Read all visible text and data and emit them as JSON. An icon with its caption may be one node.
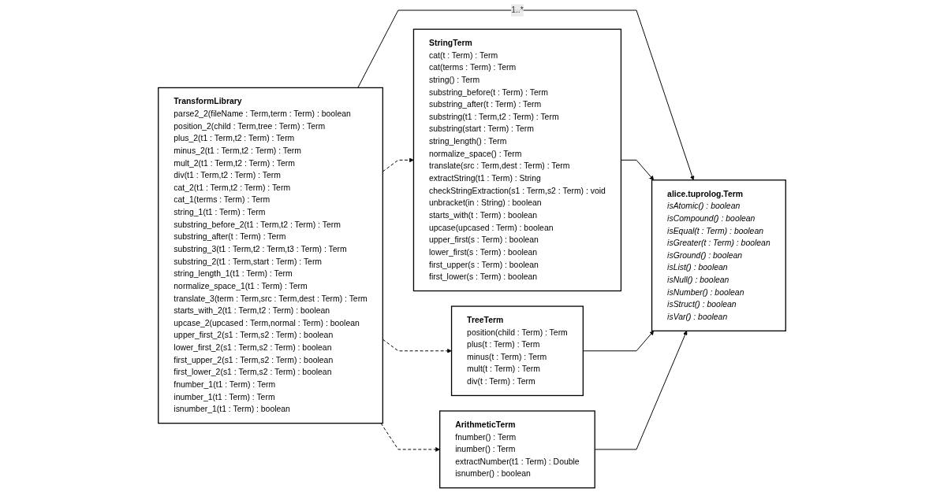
{
  "diagram": {
    "nodes": [
      {
        "text": [
          "TransformLibrary",
          "parse2_2(fileName : Term,term : Term) : boolean",
          "position_2(child : Term,tree : Term) : Term",
          "plus_2(t1 : Term,t2 : Term) : Term",
          "minus_2(t1 : Term,t2 : Term) : Term",
          "mult_2(t1 : Term,t2 : Term) : Term",
          "div(t1 : Term,t2 : Term) : Term",
          "cat_2(t1 : Term,t2 : Term) : Term",
          "cat_1(terms : Term) : Term",
          "string_1(t1 : Term) : Term",
          "substring_before_2(t1 : Term,t2 : Term) : Term",
          "substring_after(t : Term) : Term",
          "substring_3(t1 : Term,t2 : Term,t3 : Term) : Term",
          "substring_2(t1 : Term,start : Term) : Term",
          "string_length_1(t1 : Term) : Term",
          "normalize_space_1(t1 : Term) : Term",
          "translate_3(term : Term,src : Term,dest : Term) : Term",
          "starts_with_2(t1 : Term,t2 : Term) : boolean",
          "upcase_2(upcased : Term,normal : Term) : boolean",
          "upper_first_2(s1 : Term,s2 : Term) : boolean",
          "lower_first_2(s1 : Term,s2 : Term) : boolean",
          "first_upper_2(s1 : Term,s2 : Term) : boolean",
          "first_lower_2(s1 : Term,s2 : Term) : boolean",
          "fnumber_1(t1 : Term) : Term",
          "inumber_1(t1 : Term) : Term",
          "isnumber_1(t1 : Term) : boolean"
        ]
      },
      {
        "text": [
          "StringTerm",
          "cat(t : Term) : Term",
          "cat(terms : Term) : Term",
          "string() : Term",
          "substring_before(t : Term) : Term",
          "substring_after(t : Term) : Term",
          "substring(t1 : Term,t2 : Term) : Term",
          "substring(start : Term) : Term",
          "string_length() : Term",
          "normalize_space() : Term",
          "translate(src : Term,dest : Term) : Term",
          "extractString(t1 : Term) : String",
          "checkStringExtraction(s1 : Term,s2 : Term) : void",
          "unbracket(in : String) : boolean",
          "starts_with(t : Term) : boolean",
          "upcase(upcased : Term) : boolean",
          "upper_first(s : Term) : boolean",
          "lower_first(s : Term) : boolean",
          "first_upper(s : Term) : boolean",
          "first_lower(s : Term) : boolean"
        ]
      },
      {
        "text": [
          "alice.tuprolog.Term",
          "isAtomic() : boolean",
          "isCompound() : boolean",
          "isEqual(t : Term) : boolean",
          "isGreater(t : Term) : boolean",
          "isGround() : boolean",
          "isList() : boolean",
          "isNull() : boolean",
          "isNumber() : boolean",
          "isStruct() : boolean",
          "isVar() : boolean"
        ]
      },
      {
        "text": [
          "TreeTerm",
          "position(child : Term) : Term",
          "plus(t : Term) : Term",
          "minus(t : Term) : Term",
          "mult(t : Term) : Term",
          "div(t : Term) : Term"
        ]
      },
      {
        "text": [
          "ArithmeticTerm",
          "fnumber() : Term",
          "inumber() : Term",
          "extractNumber(t1 : Term) : Double",
          "isnumber() : boolean"
        ]
      }
    ],
    "edges": [
      {
        "from": 0,
        "to": 1,
        "arrow": "to",
        "style": "dashed"
      },
      {
        "from": 0,
        "to": 2,
        "arrow": "to",
        "label": "1..*"
      },
      {
        "from": 1,
        "to": 2,
        "arrow": "to"
      },
      {
        "from": 3,
        "to": 2,
        "arrow": "to"
      },
      {
        "from": 4,
        "to": 2,
        "arrow": "to"
      },
      {
        "from": 0,
        "to": 3,
        "arrow": "to",
        "style": "dashed"
      },
      {
        "from": 0,
        "to": 4,
        "arrow": "to",
        "style": "dashed"
      }
    ]
  }
}
